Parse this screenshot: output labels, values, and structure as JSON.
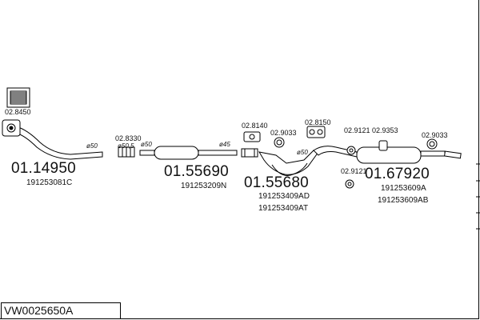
{
  "diagram": {
    "code": "VW0025650A",
    "parts": [
      {
        "number": "01.14950",
        "refs": [
          "191253081C"
        ]
      },
      {
        "number": "01.55690",
        "refs": [
          "191253209N"
        ]
      },
      {
        "number": "01.55680",
        "refs": [
          "191253409AD",
          "191253409AT"
        ]
      },
      {
        "number": "01.67920",
        "refs": [
          "191253609A",
          "191253609AB"
        ]
      }
    ],
    "accessories": [
      "02.8450",
      "02.8330",
      "02.8140",
      "02.9033",
      "02.8150",
      "02.9121",
      "02.9353",
      "02.9033",
      "02.9121"
    ],
    "diameters": [
      "ø50",
      "ø50,5",
      "ø50",
      "ø45",
      "ø50"
    ]
  }
}
